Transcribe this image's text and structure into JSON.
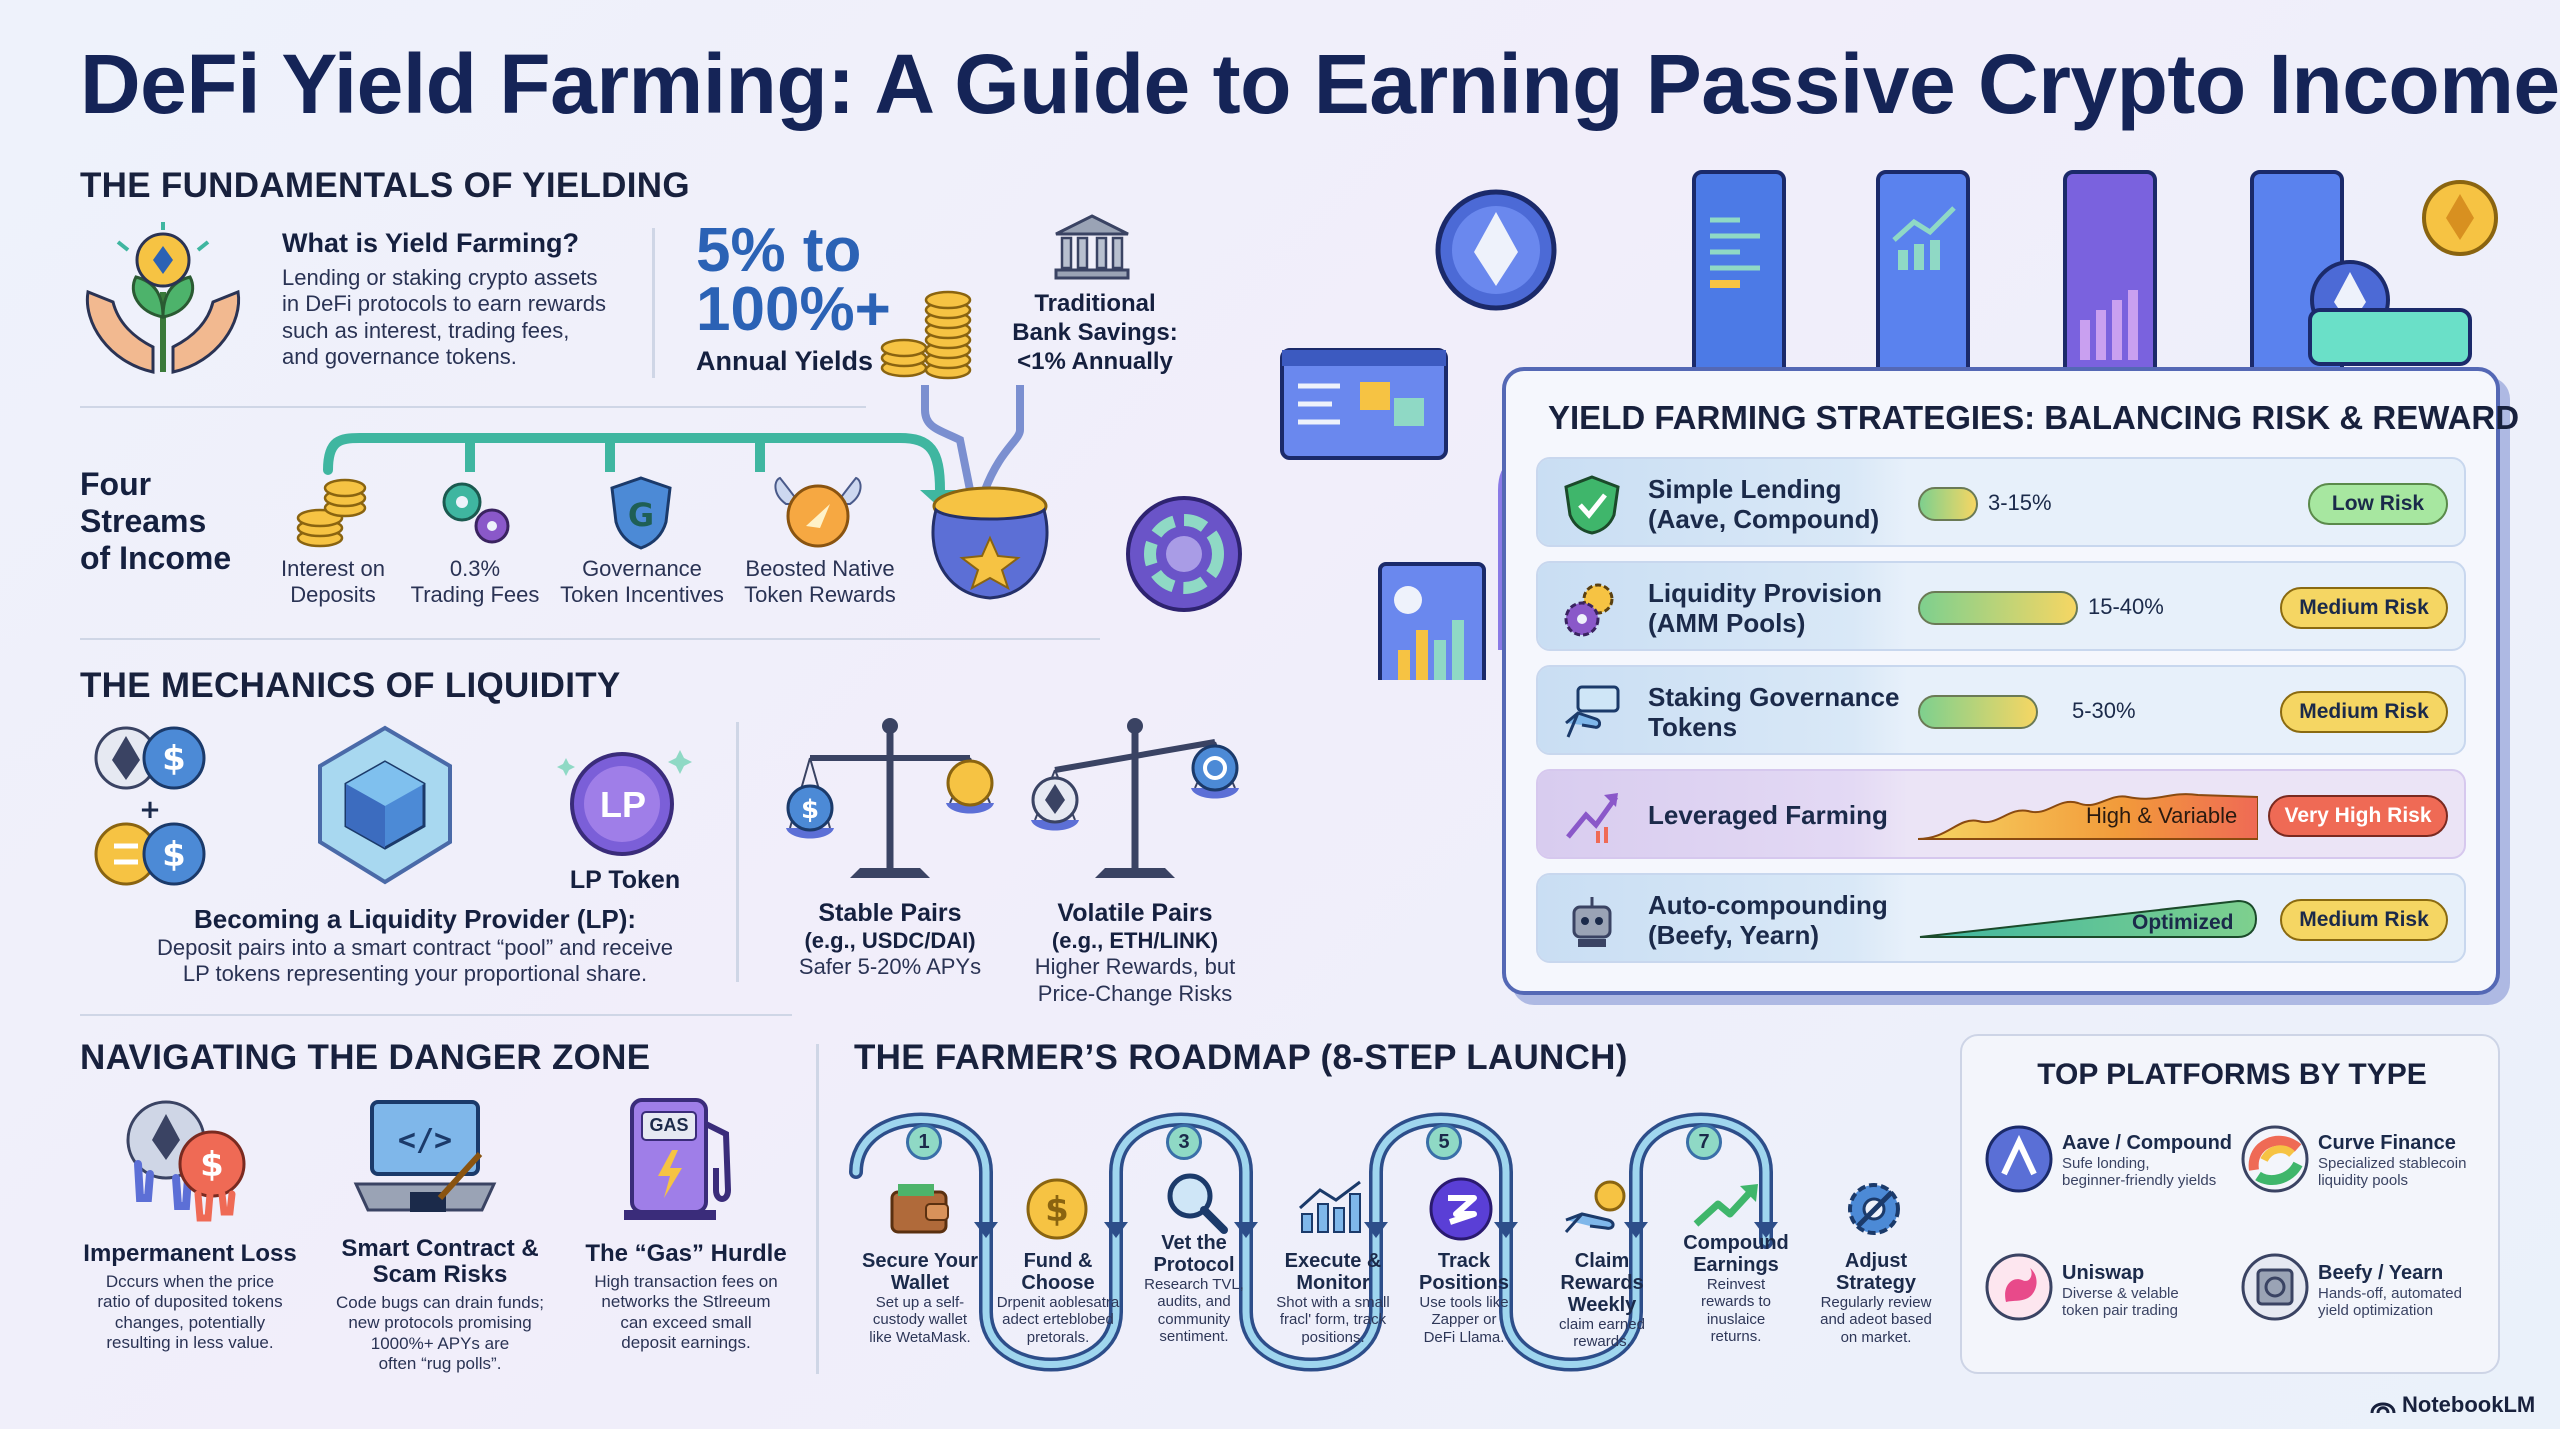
{
  "title": "DeFi Yield Farming: A Guide to Earning Passive Crypto Income",
  "fundamentals": {
    "heading": "THE FUNDAMENTALS OF YIELDING",
    "what_title": "What is Yield Farming?",
    "what_lines": [
      "Lending or staking crypto assets",
      "in DeFi protocols to earn rewards",
      "such as interest, trading fees,",
      "and governance tokens."
    ],
    "yield_line1": "5% to",
    "yield_line2": "100%+",
    "yield_caption": "Annual Yields",
    "bank_lines": [
      "Traditional",
      "Bank Savings:",
      "<1% Annually"
    ],
    "streams_title_lines": [
      "Four",
      "Streams",
      "of Income"
    ],
    "streams": [
      {
        "line1": "Interest on",
        "line2": "Deposits"
      },
      {
        "line1": "0.3%",
        "line2": "Trading Fees"
      },
      {
        "line1": "Governance",
        "line2": "Token Incentives"
      },
      {
        "line1": "Beosted Native",
        "line2": "Token Rewards"
      }
    ]
  },
  "mechanics": {
    "heading": "THE MECHANICS OF LIQUIDITY",
    "lp_token_label": "LP Token",
    "lp_badge": "LP",
    "provider_title": "Becoming a Liquidity Provider (LP):",
    "provider_lines": [
      "Deposit pairs into a smart contract “pool” and receive",
      "LP tokens representing your proportional share."
    ],
    "stable_title": "Stable Pairs",
    "stable_sub": "(e.g., USDC/DAI)",
    "stable_desc": "Safer 5-20% APYs",
    "volatile_title": "Volatile Pairs",
    "volatile_sub": "(e.g., ETH/LINK)",
    "volatile_desc1": "Higher Rewards, but",
    "volatile_desc2": "Price-Change Risks"
  },
  "danger": {
    "heading": "NAVIGATING THE DANGER ZONE",
    "items": [
      {
        "title": "Impermanent Loss",
        "lines": [
          "Dccurs when the price",
          "ratio of duposited tokens",
          "changes, potentially",
          "resulting in less value."
        ]
      },
      {
        "title_line1": "Smart Contract &",
        "title_line2": "Scam Risks",
        "lines": [
          "Code bugs can drain funds;",
          "new protocols promising",
          "1000%+ APYs are",
          "often “rug polls”."
        ]
      },
      {
        "title": "The “Gas” Hurdle",
        "lines": [
          "High transaction fees on",
          "networks the Stlreeum",
          "can exceed small",
          "deposit earnings."
        ]
      }
    ],
    "gas_label": "GAS"
  },
  "roadmap": {
    "heading": "THE FARMER’S ROADMAP (8-STEP LAUNCH)",
    "steps": [
      {
        "num": "1",
        "title": [
          "Secure Your",
          "Wallet"
        ],
        "desc": [
          "Set up a self-",
          "custody wallet",
          "like WetaMask."
        ]
      },
      {
        "num": "",
        "title": [
          "Fund &",
          "Choose"
        ],
        "desc": [
          "Drpenit aoblesatra",
          "adect erteblobed",
          "pretorals."
        ]
      },
      {
        "num": "3",
        "title": [
          "Vet the",
          "Protocol"
        ],
        "desc": [
          "Research TVL,",
          "audits, and",
          "community",
          "sentiment."
        ]
      },
      {
        "num": "",
        "title": [
          "Execute &",
          "Monitor"
        ],
        "desc": [
          "Shot with a small",
          "fracl' form, track",
          "positions."
        ]
      },
      {
        "num": "5",
        "title": [
          "Track",
          "Positions"
        ],
        "desc": [
          "Use tools like",
          "Zapper or",
          "DeFi Llama."
        ]
      },
      {
        "num": "",
        "title": [
          "Claim",
          "Rewards",
          "Weekly"
        ],
        "desc": [
          "claim earned",
          "rewards."
        ]
      },
      {
        "num": "7",
        "title": [
          "Compound",
          "Earnings"
        ],
        "desc": [
          "Reinvest",
          "rewards to",
          "inuslaice",
          "returns."
        ]
      },
      {
        "num": "",
        "title": [
          "Adjust",
          "Strategy"
        ],
        "desc": [
          "Regularly review",
          "and adeot based",
          "on market."
        ]
      }
    ]
  },
  "strategies": {
    "heading": "YIELD FARMING STRATEGIES: BALANCING RISK & REWARD",
    "rows": [
      {
        "name_lines": [
          "Simple Lending",
          "(Aave, Compound)"
        ],
        "range": "3-15%",
        "risk": "Low Risk",
        "risk_color": "#a7e7a0",
        "bar_fraction": 0.15
      },
      {
        "name_lines": [
          "Liquidity Provision",
          "(AMM Pools)"
        ],
        "range": "15-40%",
        "risk": "Medium Risk",
        "risk_color": "#f5d663",
        "bar_fraction": 0.4
      },
      {
        "name_lines": [
          "Staking Governance",
          "Tokens"
        ],
        "range": "5-30%",
        "risk": "Medium Risk",
        "risk_color": "#f5d663",
        "bar_fraction": 0.3
      },
      {
        "name_lines": [
          "Leveraged Farming"
        ],
        "range": "High & Variable",
        "risk": "Very High Risk",
        "risk_color": "#ef6a55",
        "bar_fraction": 1.0
      },
      {
        "name_lines": [
          "Auto-compounding",
          "(Beefy, Yearn)"
        ],
        "range": "Optimized",
        "risk": "Medium Risk",
        "risk_color": "#f5d663",
        "bar_fraction": 1.0
      }
    ]
  },
  "platforms": {
    "heading": "TOP PLATFORMS BY TYPE",
    "items": [
      {
        "name": "Aave / Compound",
        "desc": [
          "Sufe londing,",
          "beginner-friendly yields"
        ]
      },
      {
        "name": "Curve Finance",
        "desc": [
          "Specialized stablecoin",
          "liquidity pools"
        ]
      },
      {
        "name": "Uniswap",
        "desc": [
          "Diverse & velable",
          "token pair trading"
        ]
      },
      {
        "name": "Beefy / Yearn",
        "desc": [
          "Hands-off, automated",
          "yield optimization"
        ]
      }
    ]
  },
  "footer": {
    "brand": "NotebookLM"
  },
  "colors": {
    "title": "#152457",
    "accent_blue": "#2b62b5",
    "panel_border": "#5468b5",
    "teal": "#3fb6a0"
  }
}
